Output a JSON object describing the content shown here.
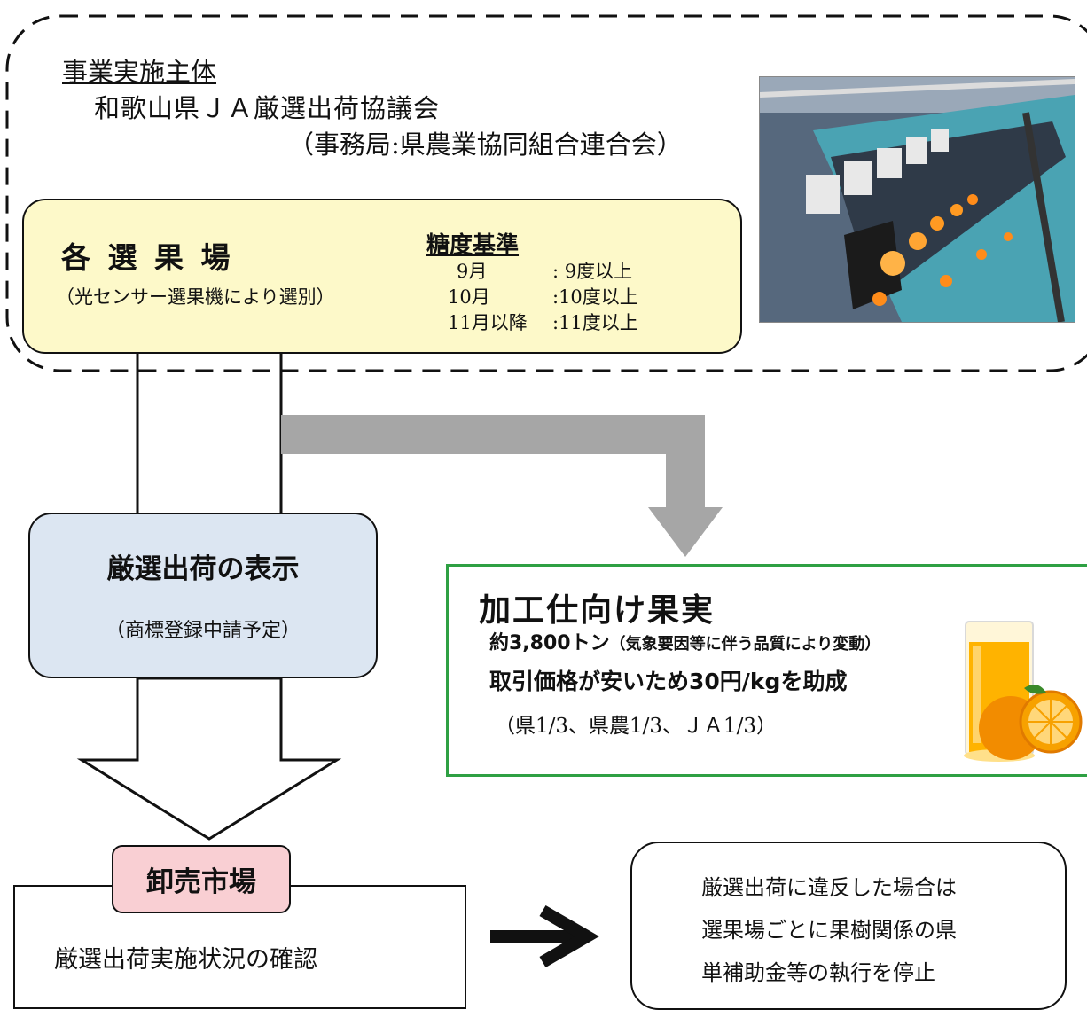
{
  "implementer": {
    "heading": "事業実施主体",
    "org": "和歌山県ＪＡ厳選出荷協議会",
    "office": "（事務局:県農業協同組合連合会）"
  },
  "sorting": {
    "title": "各 選 果 場",
    "subtitle": "（光センサー選果機により選別）",
    "sugar_title": "糖度基準",
    "sugar_rows": [
      {
        "period": "9月",
        "value": ":  9度以上"
      },
      {
        "period": "10月",
        "value": ":10度以上"
      },
      {
        "period": "11月以降",
        "value": ":11度以上"
      }
    ]
  },
  "label_box": {
    "title": "厳選出荷の表示",
    "subtitle": "（商標登録中請予定）"
  },
  "processing": {
    "title": "加工仕向け果実",
    "amount": "約3,800トン",
    "amount_note": "（気象要因等に伴う品質により変動）",
    "subsidy": "取引価格が安いため30円/kgを助成",
    "split": "（県1/3、県農1/3、ＪＡ1/3）"
  },
  "market": {
    "tag": "卸売市場",
    "check": "厳選出荷実施状況の確認"
  },
  "penalty": {
    "lines": [
      "厳選出荷に違反した場合は",
      "選果場ごとに果樹関係の県",
      "単補助金等の執行を停止"
    ]
  },
  "colors": {
    "yellow": "#fdf9c9",
    "blue": "#dce6f2",
    "green_border": "#2ea043",
    "pink": "#f9cfd3",
    "gray_arrow": "#a6a6a6"
  }
}
